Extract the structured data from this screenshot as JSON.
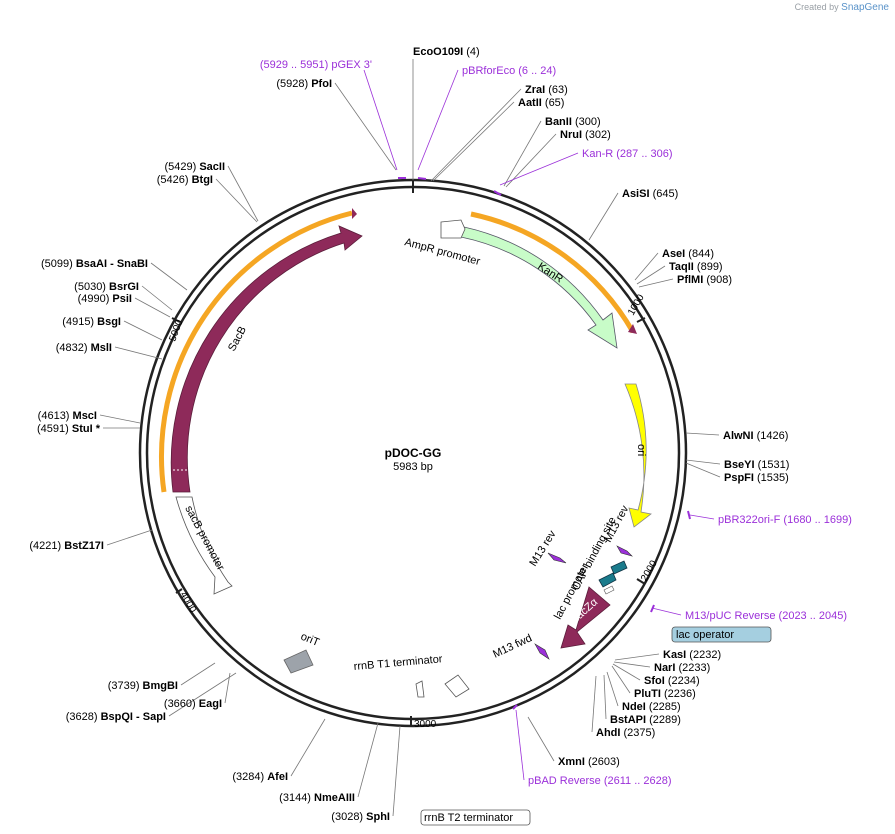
{
  "credit": {
    "prefix": "Created by",
    "brand": "SnapGene"
  },
  "plasmid": {
    "name": "pDOC-GG",
    "length_label": "5983 bp",
    "length": 5983
  },
  "ticks": [
    "1000",
    "2000",
    "3000",
    "4000",
    "5000"
  ],
  "sites": [
    {
      "name": "EcoO109I",
      "pos": "(4)"
    },
    {
      "name": "ZraI",
      "pos": "(63)"
    },
    {
      "name": "AatII",
      "pos": "(65)"
    },
    {
      "name": "BanII",
      "pos": "(300)"
    },
    {
      "name": "NruI",
      "pos": "(302)"
    },
    {
      "name": "AsiSI",
      "pos": "(645)"
    },
    {
      "name": "AseI",
      "pos": "(844)"
    },
    {
      "name": "TaqII",
      "pos": "(899)"
    },
    {
      "name": "PflMI",
      "pos": "(908)"
    },
    {
      "name": "AlwNI",
      "pos": "(1426)"
    },
    {
      "name": "BseYI",
      "pos": "(1531)"
    },
    {
      "name": "PspFI",
      "pos": "(1535)"
    },
    {
      "name": "KasI",
      "pos": "(2232)"
    },
    {
      "name": "NarI",
      "pos": "(2233)"
    },
    {
      "name": "SfoI",
      "pos": "(2234)"
    },
    {
      "name": "PluTI",
      "pos": "(2236)"
    },
    {
      "name": "NdeI",
      "pos": "(2285)"
    },
    {
      "name": "BstAPI",
      "pos": "(2289)"
    },
    {
      "name": "AhdI",
      "pos": "(2375)"
    },
    {
      "name": "XmnI",
      "pos": "(2603)"
    },
    {
      "name": "SphI",
      "pos": "(3028)"
    },
    {
      "name": "NmeAIII",
      "pos": "(3144)"
    },
    {
      "name": "AfeI",
      "pos": "(3284)"
    },
    {
      "name": "BspQI - SapI",
      "pos": "(3628)"
    },
    {
      "name": "EagI",
      "pos": "(3660)"
    },
    {
      "name": "BmgBI",
      "pos": "(3739)"
    },
    {
      "name": "BstZ17I",
      "pos": "(4221)"
    },
    {
      "name": "StuI *",
      "pos": "(4591)"
    },
    {
      "name": "MscI",
      "pos": "(4613)"
    },
    {
      "name": "MslI",
      "pos": "(4832)"
    },
    {
      "name": "BsgI",
      "pos": "(4915)"
    },
    {
      "name": "PsiI",
      "pos": "(4990)"
    },
    {
      "name": "BsrGI",
      "pos": "(5030)"
    },
    {
      "name": "BsaAI - SnaBI",
      "pos": "(5099)"
    },
    {
      "name": "BtgI",
      "pos": "(5426)"
    },
    {
      "name": "SacII",
      "pos": "(5429)"
    },
    {
      "name": "PfoI",
      "pos": "(5928)"
    }
  ],
  "primers": [
    {
      "name": "pGEX 3'",
      "range": "(5929 .. 5951)"
    },
    {
      "name": "pBRforEco",
      "range": "(6 .. 24)"
    },
    {
      "name": "Kan-R",
      "range": "(287 .. 306)"
    },
    {
      "name": "pBR322ori-F",
      "range": "(1680 .. 1699)"
    },
    {
      "name": "M13/pUC Reverse",
      "range": "(2023 .. 2045)"
    },
    {
      "name": "pBAD Reverse",
      "range": "(2611 .. 2628)"
    }
  ],
  "features": {
    "ampr_promoter": "AmpR promoter",
    "kanr": "KanR",
    "ori": "ori",
    "m13_rev_1": "M13 rev",
    "m13_rev_2": "M13 rev",
    "cap": "CAP binding site",
    "lac_promoter": "lac promoter",
    "lac_operator": "lac operator",
    "lacz": "lacZα",
    "m13_fwd": "M13 fwd",
    "rrnb_t1": "rrnB T1 terminator",
    "rrnb_t2": "rrnB T2 terminator",
    "orit": "oriT",
    "sacb_promoter": "sacB promoter",
    "sacb": "SacB"
  },
  "colors": {
    "kanr": "#c8fcc8",
    "ori": "#ffff00",
    "sacb": "#8e2a5a",
    "lacz": "#8e2a5a",
    "primer": "#9b30d9",
    "orange_band": "#f5a623",
    "lac_operator": "#a5cfe0",
    "orit": "#9da3aa"
  }
}
